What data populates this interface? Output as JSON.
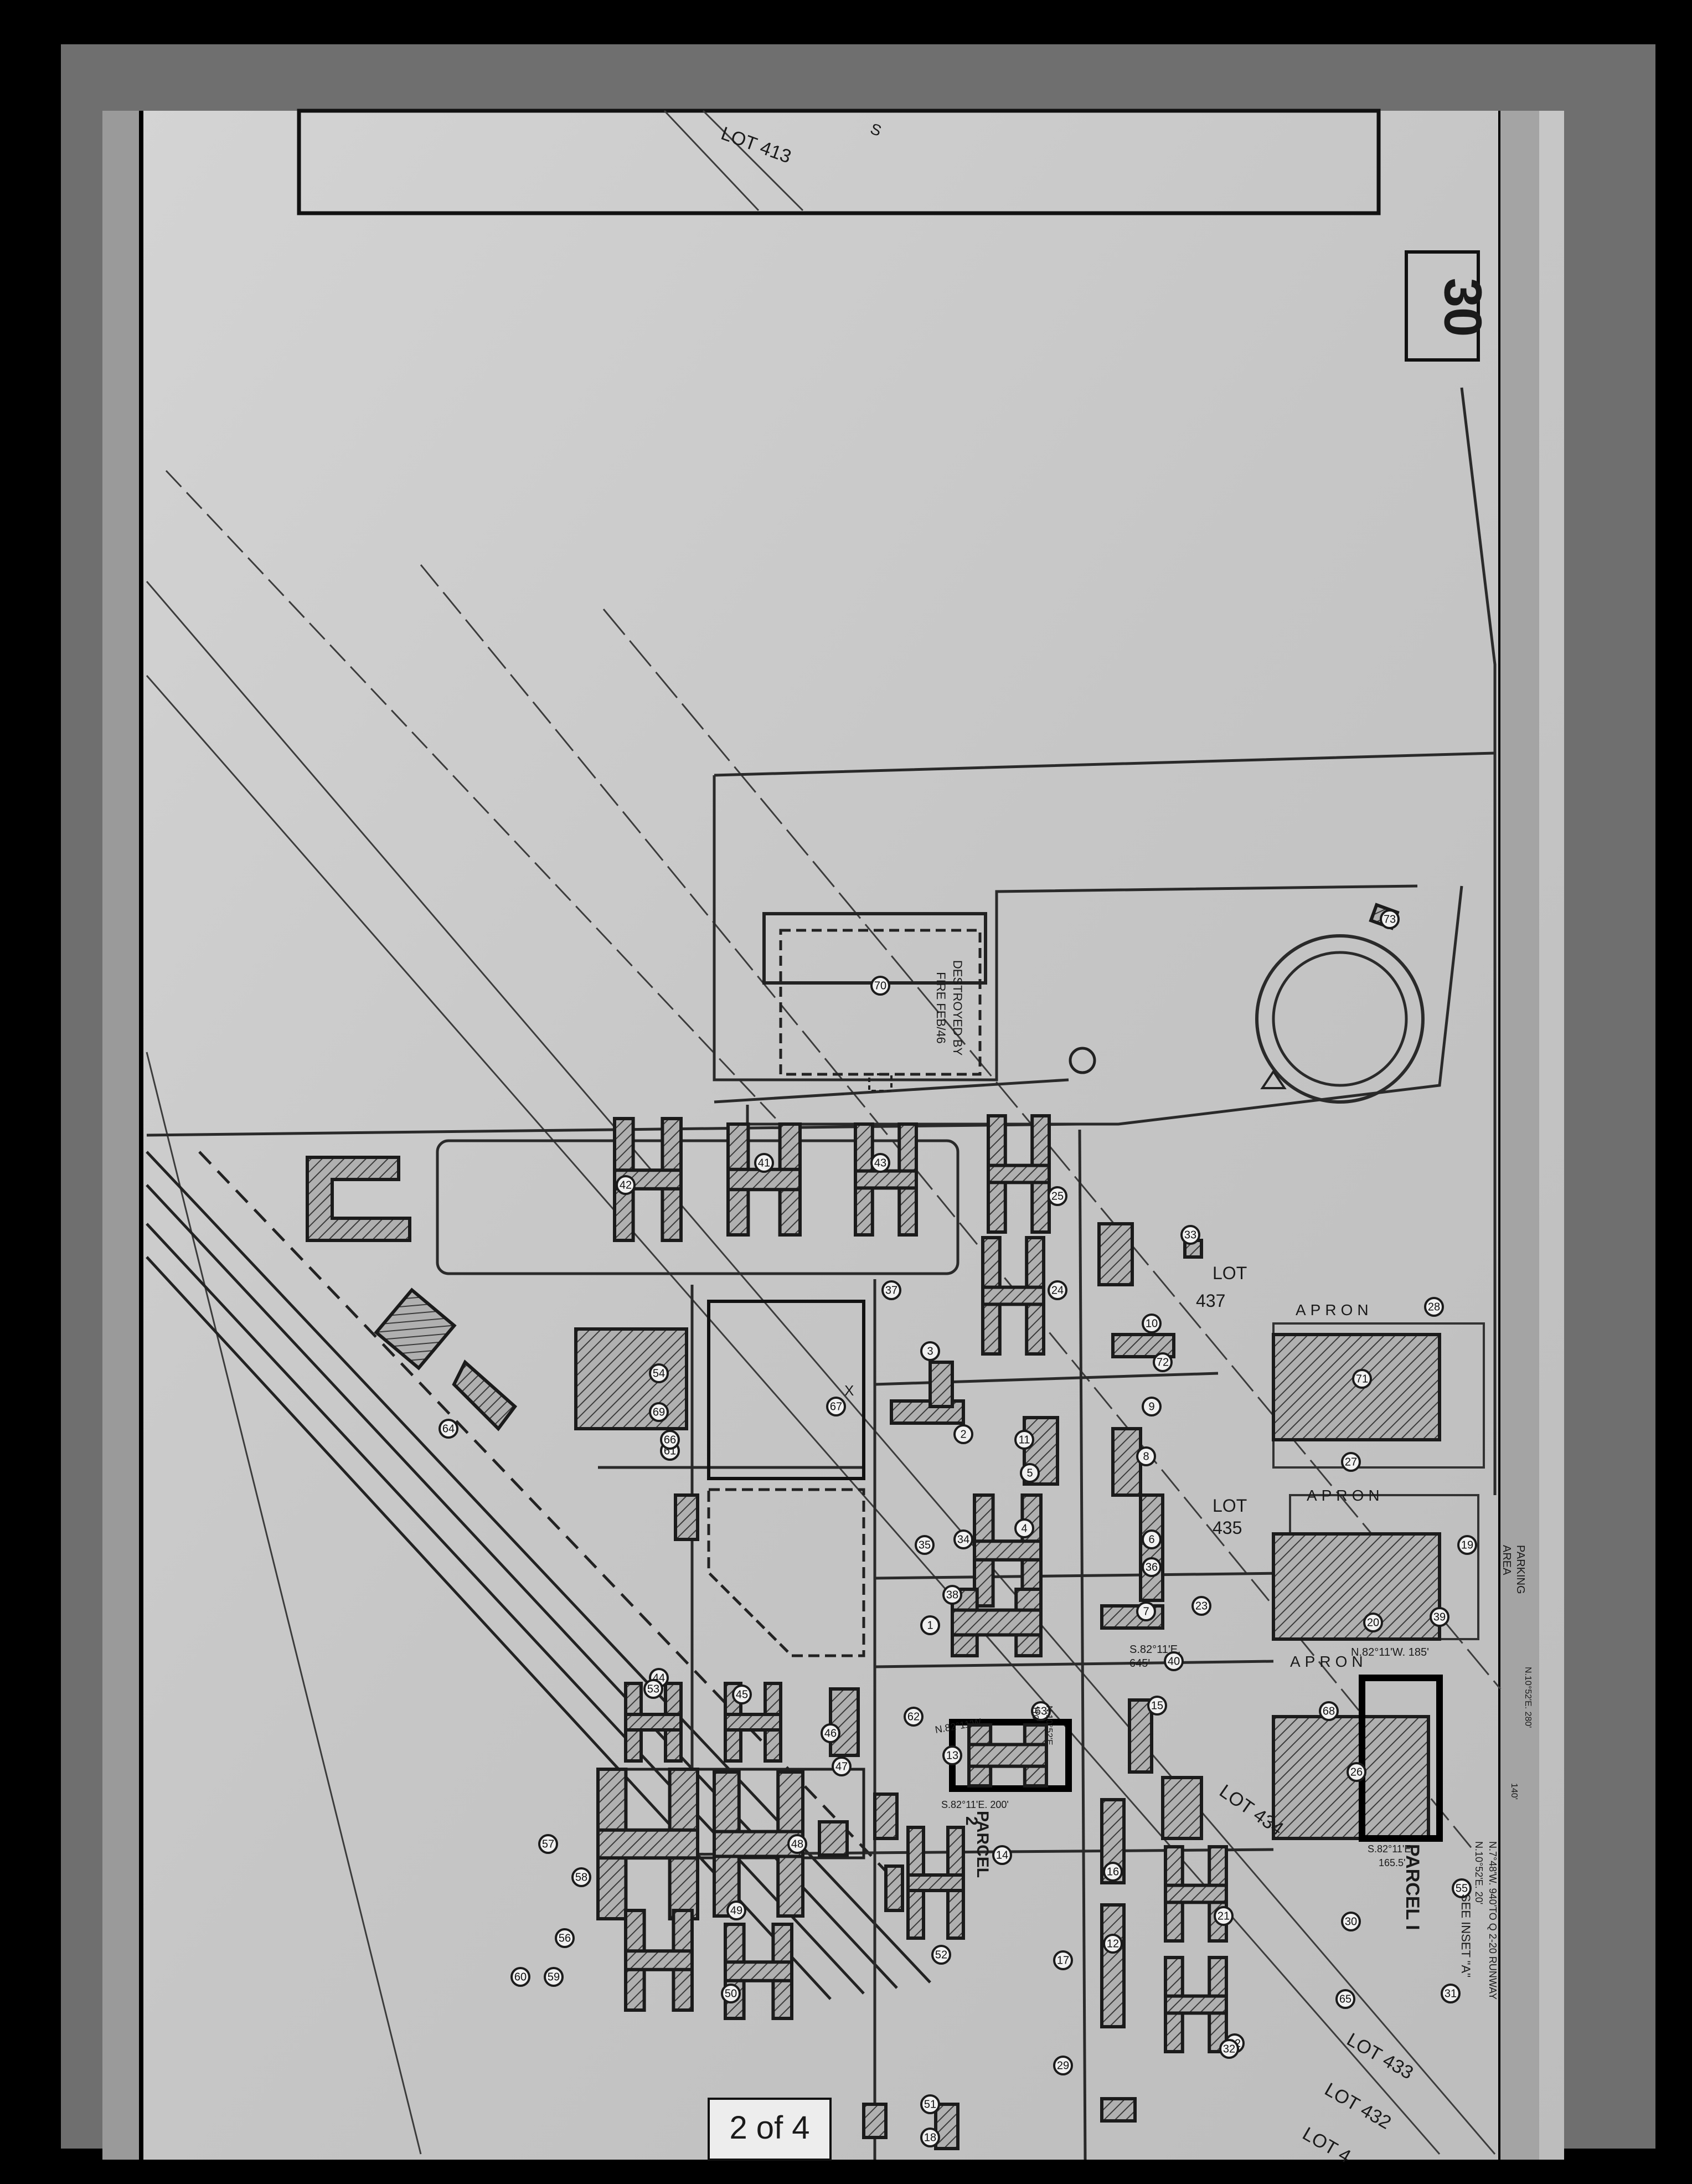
{
  "sheet": {
    "sheet_number": "30",
    "page_marker": "2 of 4"
  },
  "lots": {
    "lot_413": "LOT 413",
    "lot_437": [
      "LOT",
      "437"
    ],
    "lot_435": [
      "LOT",
      "435"
    ],
    "lot_434": "LOT 434",
    "lot_433": "LOT 433",
    "lot_432": "LOT 432",
    "lot_431_partial": "LOT 4"
  },
  "parcels": {
    "parcel_1": "PARCEL I",
    "parcel_2": [
      "PARCEL",
      "2"
    ]
  },
  "areas": {
    "apron_top": "APRON",
    "apron_mid": "APRON",
    "apron_low": "APRON",
    "parking": [
      "PARKING",
      "AREA"
    ]
  },
  "notes": {
    "destroyed": [
      "DESTROYED BY",
      "FIRE FEB/46"
    ],
    "see_inset": "SEE INSET \"A\"",
    "x_mark": "X",
    "top_fragment": "S"
  },
  "bearings": {
    "b1": "S.82°11'E.",
    "b2": "645'",
    "b3": "N.82°11'W. 185'",
    "b4": "N.82°11'W.",
    "b5": "S.82°11'E. 200'",
    "b6": "S.82°11'E.",
    "b7": "165.5'",
    "b8": "N.7°48'W. 940'TO Q 2-20 RUNWAY",
    "b9": "N.10°52'E. 20'",
    "b10": "N.10°52'E. 280'",
    "b11": "N.10°52'E.",
    "b12": "110'",
    "b13": "140'"
  },
  "building_numbers": [
    "1",
    "2",
    "3",
    "4",
    "5",
    "6",
    "7",
    "8",
    "9",
    "10",
    "11",
    "12",
    "13",
    "14",
    "15",
    "16",
    "17",
    "18",
    "19",
    "20",
    "21",
    "22",
    "23",
    "24",
    "25",
    "26",
    "27",
    "28",
    "29",
    "30",
    "31",
    "32",
    "33",
    "34",
    "35",
    "36",
    "37",
    "38",
    "39",
    "40",
    "41",
    "42",
    "43",
    "44",
    "45",
    "46",
    "47",
    "48",
    "49",
    "50",
    "51",
    "52",
    "53",
    "54",
    "55",
    "56",
    "57",
    "58",
    "59",
    "60",
    "61",
    "62",
    "63",
    "64",
    "65",
    "66",
    "67",
    "68",
    "69",
    "70",
    "71",
    "72",
    "73"
  ],
  "colors": {
    "paper": "#c9c9c9",
    "ink": "#1b1b1b",
    "frame": "#000000",
    "border_gray": "#8c8c8c"
  }
}
